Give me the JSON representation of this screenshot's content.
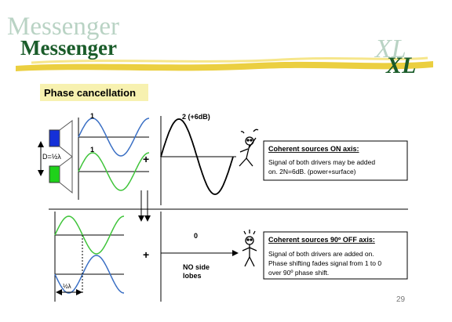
{
  "header": {
    "brand_ghost": "Messenger",
    "brand": "Messenger",
    "logo_ghost": "XL",
    "logo": "XL",
    "colors": {
      "brand": "#1a5c2a",
      "ghost": "#b9d3c4",
      "stroke": "#e3c21c"
    }
  },
  "slide": {
    "title": "Phase cancellation",
    "page_number": "29",
    "title_bg": "#f7f1b0"
  },
  "top_diagram": {
    "distance_label": "D=½λ",
    "wave1_amp": "1",
    "wave2_amp": "1",
    "plus": "+",
    "sum_label": "2 (+6dB)",
    "box_title": "Coherent sources ON axis:",
    "box_text_1": "Signal of both drivers may be added",
    "box_text_2": "on. 2N=6dB. (power+surface)"
  },
  "bottom_diagram": {
    "plus": "+",
    "offset_label": "½λ",
    "sum_label": "0",
    "no_side_lobes_1": "NO side",
    "no_side_lobes_2": "lobes",
    "box_title": "Coherent sources 90º OFF axis:",
    "box_text_1": "Signal of both drivers are added on.",
    "box_text_2": "Phase shifting fades signal from 1 to 0",
    "box_text_3": "over 90º phase shift."
  },
  "colors": {
    "blue_wave": "#3a6fc4",
    "green_wave": "#3fc43a",
    "blue_driver": "#1530d8",
    "green_driver": "#1fd21a"
  }
}
